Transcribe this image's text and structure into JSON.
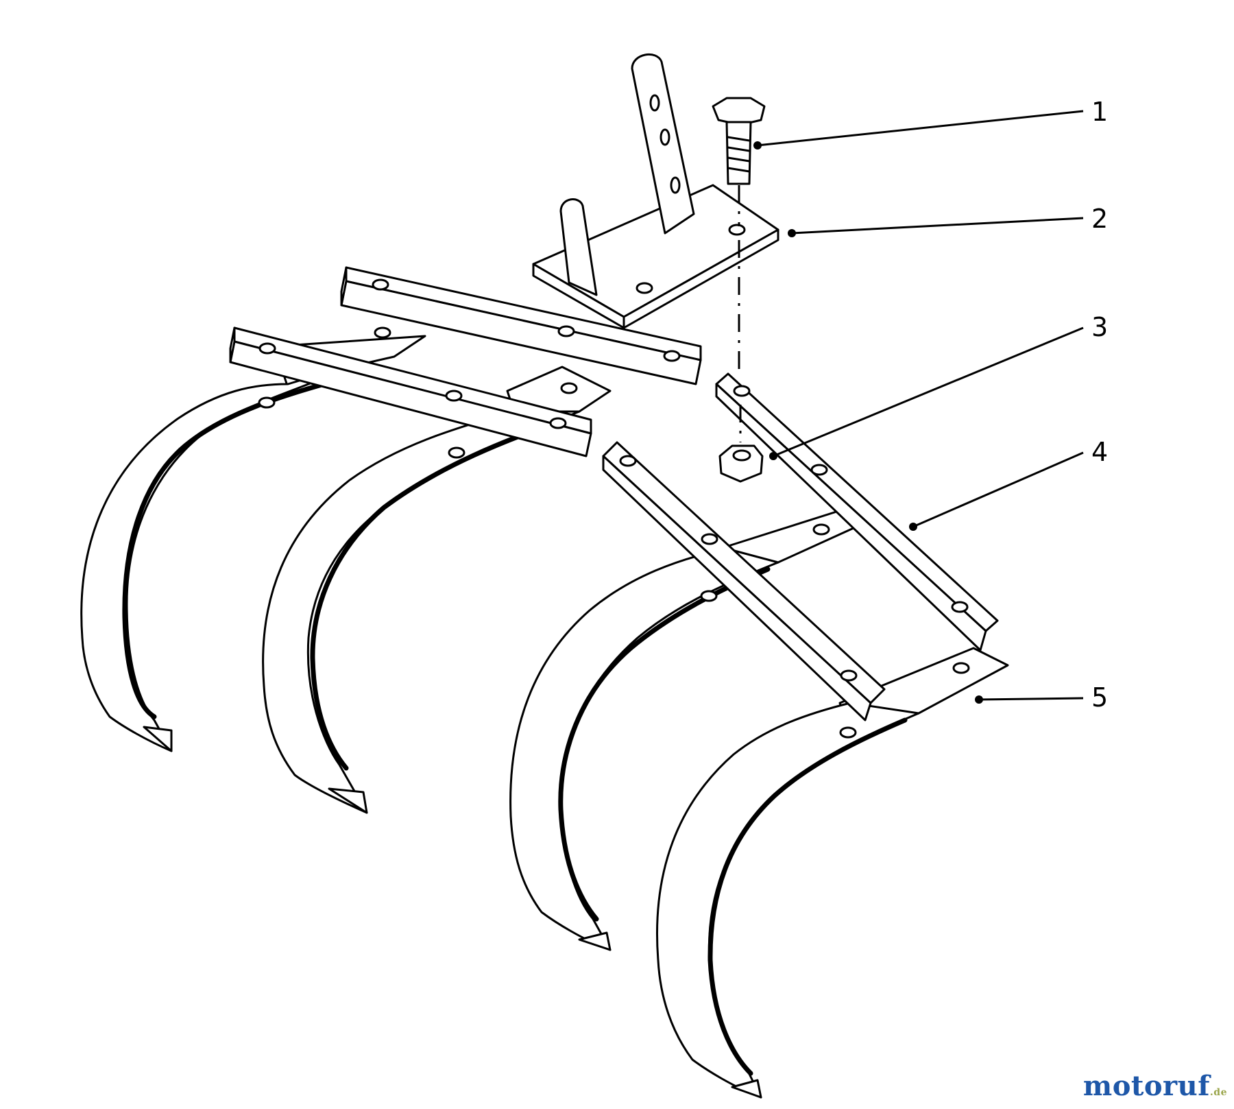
{
  "callouts": [
    {
      "number": "1",
      "part": "bolt"
    },
    {
      "number": "2",
      "part": "mounting-bracket"
    },
    {
      "number": "3",
      "part": "nut"
    },
    {
      "number": "4",
      "part": "tine-bar"
    },
    {
      "number": "5",
      "part": "spring-tine"
    }
  ],
  "watermark": {
    "name": "motoruf",
    "tld": ".de",
    "color": "#1e57a8"
  }
}
